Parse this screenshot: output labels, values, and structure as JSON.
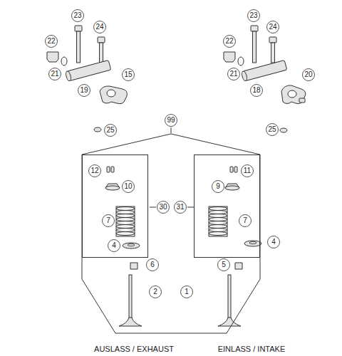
{
  "diagram": {
    "nodes": [
      {
        "text": [
          "99"
        ]
      },
      {
        "text": [
          "30"
        ],
        "in": 0
      },
      {
        "text": [
          "31"
        ],
        "in": 0
      }
    ],
    "labels": [
      "23",
      "24",
      "22",
      "21",
      "19",
      "15",
      "23",
      "24",
      "22",
      "21",
      "18",
      "20",
      "25",
      "25",
      "12",
      "10",
      "7",
      "4",
      "11",
      "9",
      "7",
      "4",
      "6",
      "5",
      "2",
      "1",
      "AUSLASS / EXHAUST",
      "EINLASS / INTAKE"
    ]
  }
}
